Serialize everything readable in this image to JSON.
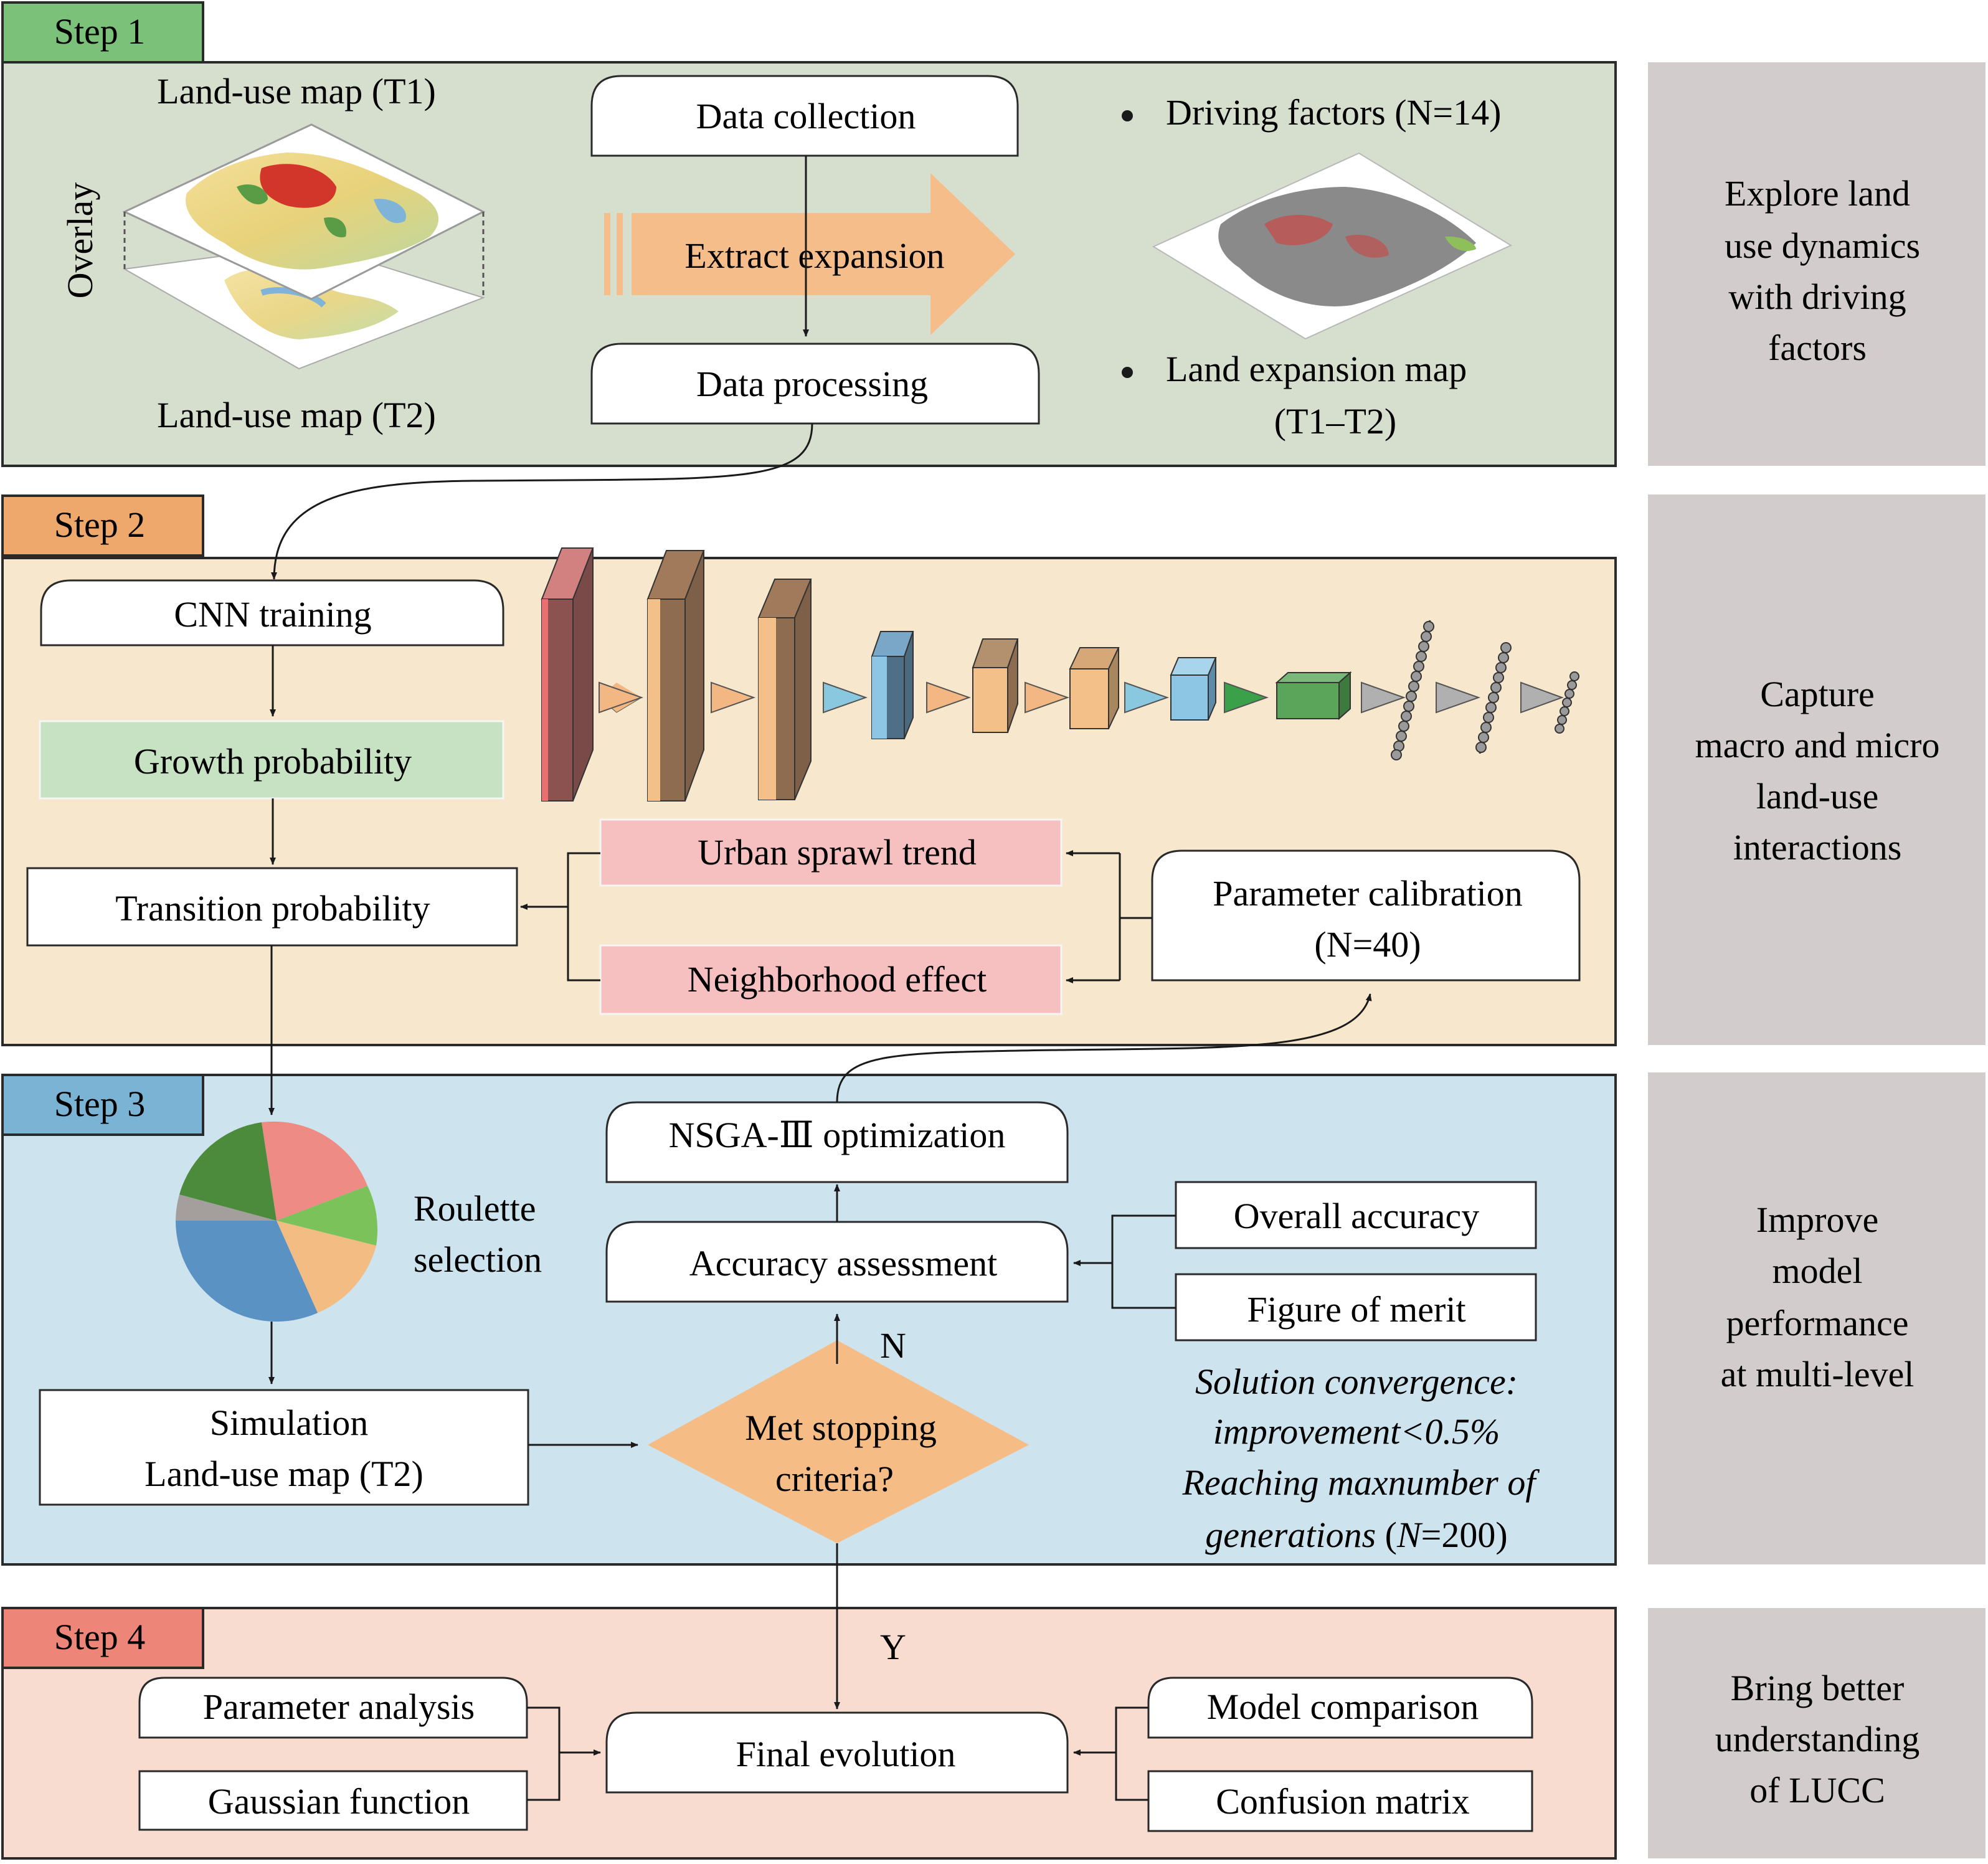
{
  "colors": {
    "step1_bg": "#d6dfce",
    "step2_bg": "#f7e7cc",
    "step3_bg": "#cde3ee",
    "step4_bg": "#f8dcd0",
    "step1_tab": "#7cc17a",
    "step2_tab": "#efa86b",
    "step3_tab": "#7ab3d4",
    "step4_tab": "#ee8579",
    "side_panel": "#d2cccc",
    "arrow_fill": "#f5bd8a",
    "diamond_fill": "#f5bd85",
    "growth_fill": "#c6e2c2",
    "pink_fill": "#f6c0c0"
  },
  "steps": {
    "step1": {
      "tab": "Step 1",
      "land_use_t1": "Land-use map (T1)",
      "land_use_t2": "Land-use map (T2)",
      "overlay": "Overlay",
      "data_collection": "Data collection",
      "extract_expansion": "Extract expansion",
      "data_processing": "Data processing",
      "driving_factors": "Driving factors (N=14)",
      "land_expansion_line1": "Land expansion map",
      "land_expansion_line2": "(T1–T2)",
      "side": [
        "Explore land",
        "use dynamics",
        "with driving",
        "factors"
      ]
    },
    "step2": {
      "tab": "Step 2",
      "cnn_training": "CNN training",
      "growth_probability": "Growth probability",
      "transition_probability": "Transition probability",
      "urban_sprawl": "Urban sprawl trend",
      "neighborhood_effect": "Neighborhood effect",
      "param_calibration_line1": "Parameter calibration",
      "param_calibration_line2": "(N=40)",
      "side": [
        "Capture",
        "macro and micro",
        "land-use",
        "interactions"
      ]
    },
    "step3": {
      "tab": "Step 3",
      "roulette_line1": "Roulette",
      "roulette_line2": "selection",
      "nsga": "NSGA-Ⅲ optimization",
      "accuracy_assessment": "Accuracy assessment",
      "overall_accuracy": "Overall accuracy",
      "figure_of_merit": "Figure of merit",
      "simulation_line1": "Simulation",
      "simulation_line2": "Land-use map (T2)",
      "stopping_line1": "Met stopping",
      "stopping_line2": "criteria?",
      "label_n": "N",
      "convergence_line1": "Solution convergence:",
      "convergence_line2": "improvement<0.5%",
      "convergence_line3": "Reaching maxnumber of",
      "convergence_line4a": "generations",
      "convergence_line4b": " (",
      "convergence_line4c": "N",
      "convergence_line4d": "=200)",
      "side": [
        "Improve",
        "model",
        "performance",
        "at multi-level"
      ]
    },
    "step4": {
      "tab": "Step 4",
      "label_y": "Y",
      "parameter_analysis": "Parameter analysis",
      "gaussian_function": "Gaussian function",
      "final_evolution": "Final evolution",
      "model_comparison": "Model comparison",
      "confusion_matrix": "Confusion matrix",
      "side": [
        "Bring better",
        "understanding",
        "of LUCC"
      ]
    }
  }
}
